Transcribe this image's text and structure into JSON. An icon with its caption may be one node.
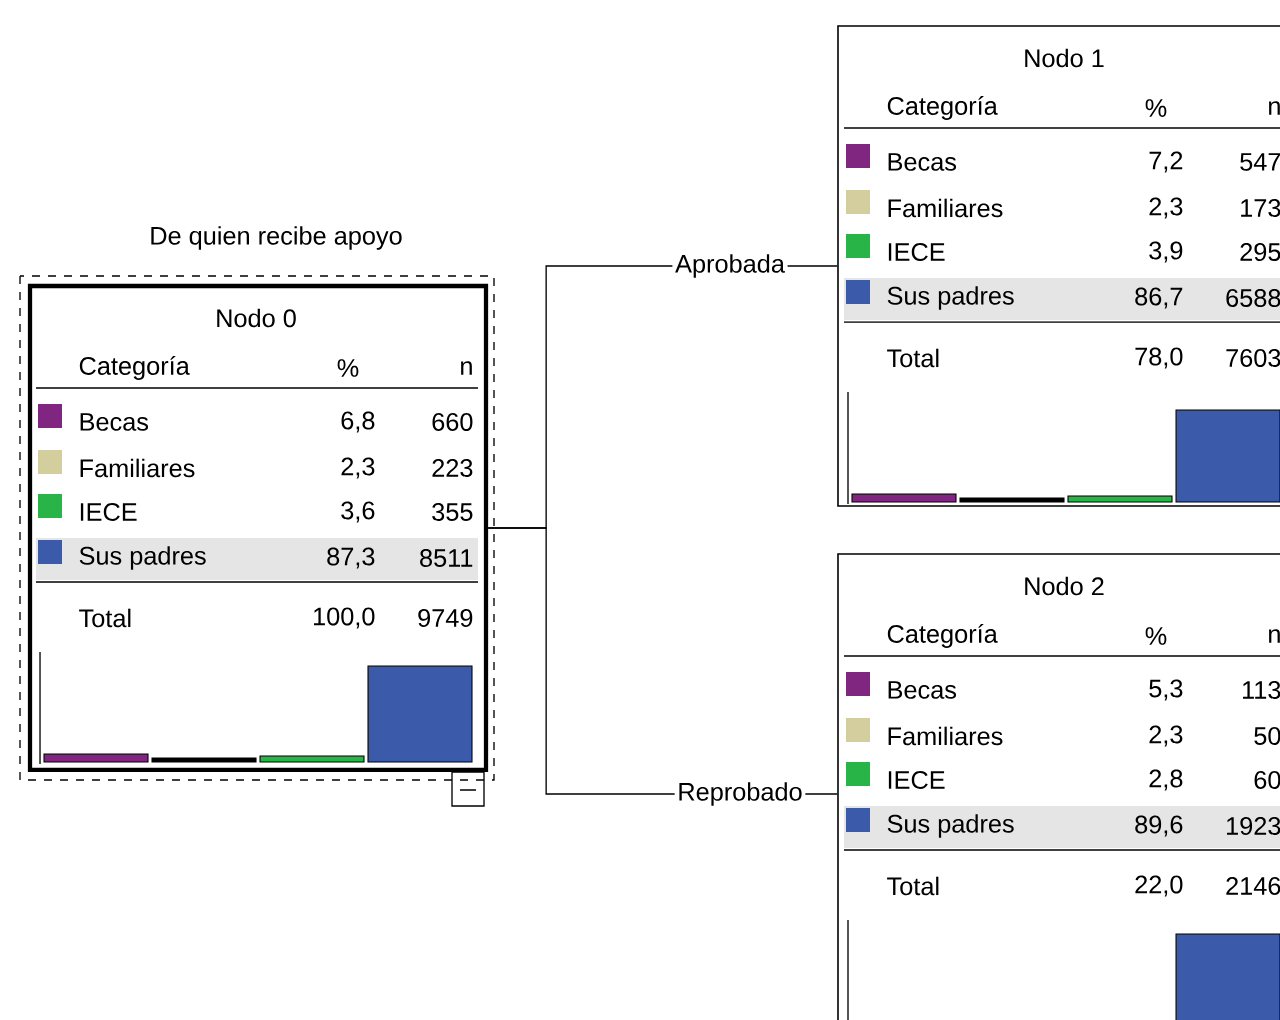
{
  "diagram": {
    "nodes": [
      {
        "text": [
          "Nodo 0",
          "Categoría",
          "%",
          "n",
          "Becas",
          "6,8",
          "660",
          "Familiares",
          "2,3",
          "223",
          "IECE",
          "3,6",
          "355",
          "Sus padres",
          "87,3",
          "8511",
          "Total",
          "100,0",
          "9749"
        ],
        "beside": [
          "De quien recibe apoyo"
        ]
      },
      {
        "text": [
          "Nodo 1",
          "Categoría",
          "%",
          "n",
          "Becas",
          "7,2",
          "547",
          "Familiares",
          "2,3",
          "173",
          "IECE",
          "3,9",
          "295",
          "Sus padres",
          "86,7",
          "6588",
          "Total",
          "78,0",
          "7603"
        ]
      },
      {
        "text": [
          "Nodo 2",
          "Categoría",
          "%",
          "n",
          "Becas",
          "5,3",
          "113",
          "Familiares",
          "2,3",
          "50",
          "IECE",
          "2,8",
          "60",
          "Sus padres",
          "89,6",
          "1923",
          "Total",
          "22,0",
          "2146"
        ]
      }
    ],
    "edges": [
      {
        "from": 0,
        "to": 1,
        "arrow": "none",
        "label": "Aprobada"
      },
      {
        "from": 0,
        "to": 2,
        "arrow": "none",
        "label": "Reprobado"
      }
    ]
  }
}
